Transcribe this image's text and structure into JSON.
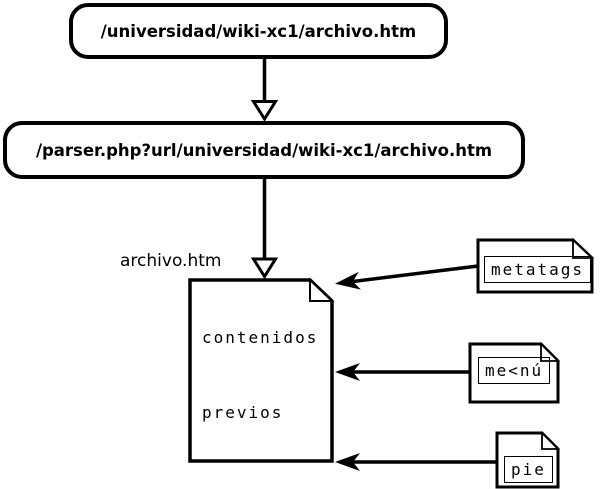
{
  "diagram": {
    "nodes": {
      "url_box": {
        "label": "/universidad/wiki-xc1/archivo.htm"
      },
      "parser_box": {
        "label": "/parser.php?url/universidad/wiki-xc1/archivo.htm"
      },
      "document": {
        "title": "archivo.htm",
        "line1": "contenidos",
        "line2": "previos"
      },
      "metatags_doc": {
        "label": "metatags"
      },
      "menu_doc": {
        "label": "me<nú"
      },
      "pie_doc": {
        "label": "pie"
      }
    },
    "colors": {
      "stroke": "#000000",
      "background": "#ffffff"
    }
  }
}
